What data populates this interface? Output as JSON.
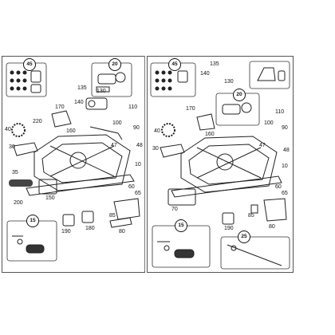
{
  "left_panel": {
    "callouts": [
      "45",
      "20",
      "15"
    ],
    "labels": [
      "170",
      "135",
      "130",
      "140",
      "160",
      "220",
      "110",
      "100",
      "90",
      "40",
      "47",
      "48",
      "30",
      "10",
      "35",
      "150",
      "60",
      "65",
      "200",
      "190",
      "180",
      "85",
      "80"
    ]
  },
  "right_panel": {
    "callouts": [
      "45",
      "20",
      "15",
      "25"
    ],
    "labels": [
      "135",
      "140",
      "130",
      "170",
      "160",
      "110",
      "100",
      "90",
      "40",
      "47",
      "48",
      "30",
      "10",
      "60",
      "65",
      "70",
      "190",
      "85",
      "80"
    ]
  },
  "colors": {
    "ink": "#111111",
    "frame": "#555555",
    "part": "#222222"
  }
}
